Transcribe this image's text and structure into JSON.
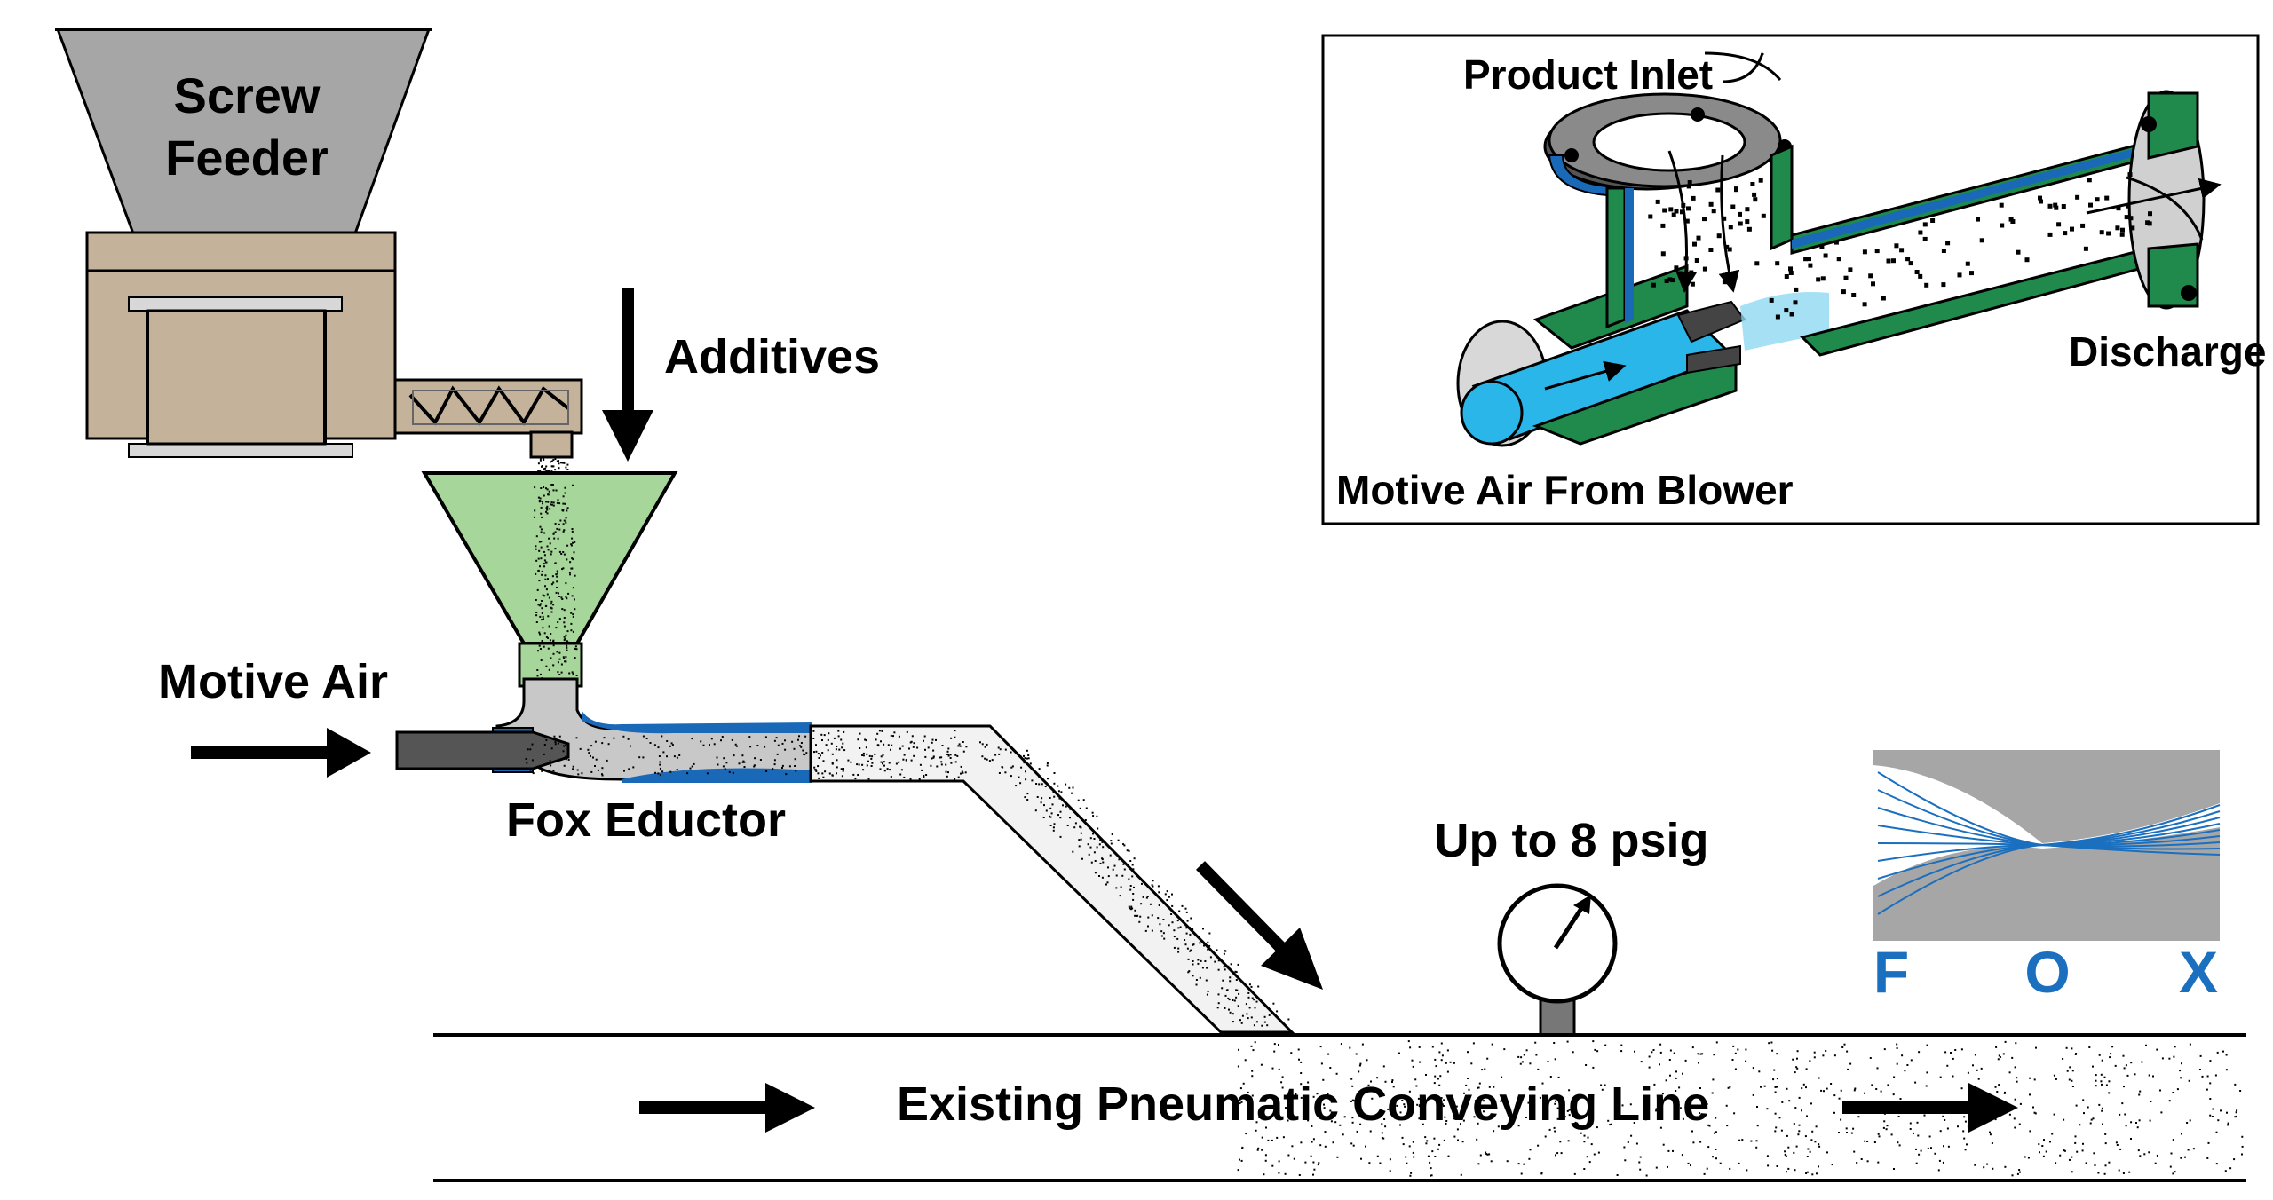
{
  "labels": {
    "screw_feeder_line1": "Screw",
    "screw_feeder_line2": "Feeder",
    "additives": "Additives",
    "motive_air": "Motive Air",
    "fox_eductor": "Fox Eductor",
    "pressure": "Up to 8 psig",
    "conveying_line": "Existing Pneumatic Conveying Line"
  },
  "inset": {
    "product_inlet": "Product Inlet",
    "discharge": "Discharge",
    "motive_air_from_blower": "Motive Air From Blower"
  },
  "logo": {
    "letters": [
      "F",
      "O",
      "X"
    ]
  },
  "colors": {
    "hopper_gray": "#a6a6a6",
    "feeder_tan": "#c4b29a",
    "funnel_green": "#a6d69a",
    "eductor_blue": "#1a68b8",
    "motive_cyan": "#2bb6ea",
    "eductor_green": "#1f8a4c",
    "logo_blue": "#1a6fbf",
    "particle_fill": "#e8e8e8"
  }
}
